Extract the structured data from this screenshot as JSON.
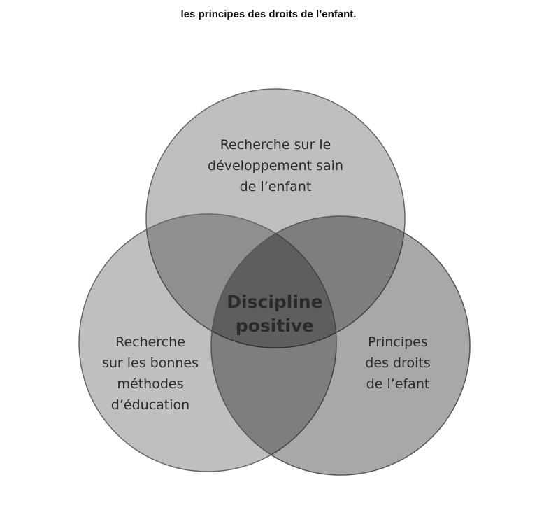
{
  "caption": "les principes des droits de l’enfant.",
  "diagram": {
    "type": "venn",
    "colors": {
      "fill_light": "#bfbfbf",
      "fill_dark": "#a9a9a9",
      "stroke": "#666666",
      "text": "#2a2a2a"
    },
    "sets": {
      "top": [
        "Recherche sur le",
        "développement sain",
        "de l’enfant"
      ],
      "left": [
        "Recherche",
        "sur les bonnes",
        "méthodes",
        "d’éducation"
      ],
      "right": [
        "Principes",
        "des droits",
        "de l’efant"
      ]
    },
    "intersection": [
      "Discipline",
      "positive"
    ]
  }
}
